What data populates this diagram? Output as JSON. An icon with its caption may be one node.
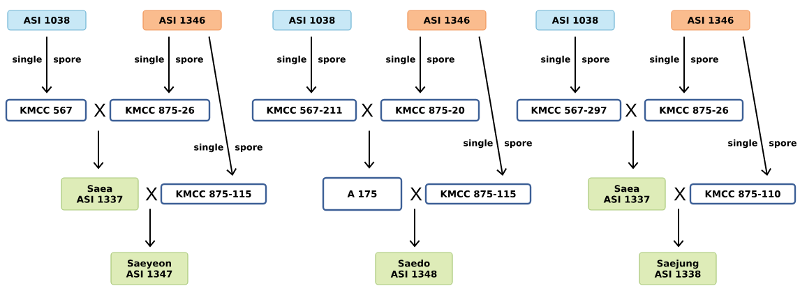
{
  "diagram": {
    "nodes": [
      {
        "text": [
          "ASI 1038"
        ]
      },
      {
        "text": [
          "ASI 1346"
        ]
      },
      {
        "text": [
          "KMCC 567"
        ]
      },
      {
        "text": [
          "X"
        ]
      },
      {
        "text": [
          "KMCC 875-26"
        ]
      },
      {
        "text": [
          "Saea",
          "ASI 1337"
        ]
      },
      {
        "text": [
          "X"
        ]
      },
      {
        "text": [
          "KMCC 875-115"
        ]
      },
      {
        "text": [
          "Saeyeon",
          "ASI 1347"
        ]
      },
      {
        "text": [
          "ASI 1038"
        ]
      },
      {
        "text": [
          "ASI 1346"
        ]
      },
      {
        "text": [
          "KMCC 567-211"
        ]
      },
      {
        "text": [
          "X"
        ]
      },
      {
        "text": [
          "KMCC 875-20"
        ]
      },
      {
        "text": [
          "A 175"
        ]
      },
      {
        "text": [
          "X"
        ]
      },
      {
        "text": [
          "KMCC 875-115"
        ]
      },
      {
        "text": [
          "Saedo",
          "ASI 1348"
        ]
      },
      {
        "text": [
          "ASI 1038"
        ]
      },
      {
        "text": [
          "ASI 1346"
        ]
      },
      {
        "text": [
          "KMCC 567-297"
        ]
      },
      {
        "text": [
          "X"
        ]
      },
      {
        "text": [
          "KMCC 875-26"
        ]
      },
      {
        "text": [
          "Saea",
          "ASI 1337"
        ]
      },
      {
        "text": [
          "X"
        ]
      },
      {
        "text": [
          "KMCC 875-110"
        ]
      },
      {
        "text": [
          "Saejung",
          "ASI 1338"
        ]
      }
    ],
    "edges": [
      {
        "from": 0,
        "to": 2,
        "arrow": "to",
        "label": "single spore"
      },
      {
        "from": 1,
        "to": 4,
        "arrow": "to",
        "label": "single spore"
      },
      {
        "from": 1,
        "to": 7,
        "arrow": "to",
        "label": "single spore"
      },
      {
        "from": 3,
        "to": 5,
        "arrow": "to"
      },
      {
        "from": 6,
        "to": 8,
        "arrow": "to"
      },
      {
        "from": 9,
        "to": 11,
        "arrow": "to",
        "label": "single spore"
      },
      {
        "from": 10,
        "to": 13,
        "arrow": "to",
        "label": "single spore"
      },
      {
        "from": 10,
        "to": 16,
        "arrow": "to",
        "label": "single spore"
      },
      {
        "from": 12,
        "to": 14,
        "arrow": "to"
      },
      {
        "from": 15,
        "to": 17,
        "arrow": "to"
      },
      {
        "from": 18,
        "to": 20,
        "arrow": "to",
        "label": "single spore"
      },
      {
        "from": 19,
        "to": 22,
        "arrow": "to",
        "label": "single spore"
      },
      {
        "from": 19,
        "to": 25,
        "arrow": "to",
        "label": "single spore"
      },
      {
        "from": 21,
        "to": 23,
        "arrow": "to"
      },
      {
        "from": 24,
        "to": 26,
        "arrow": "to"
      }
    ]
  }
}
